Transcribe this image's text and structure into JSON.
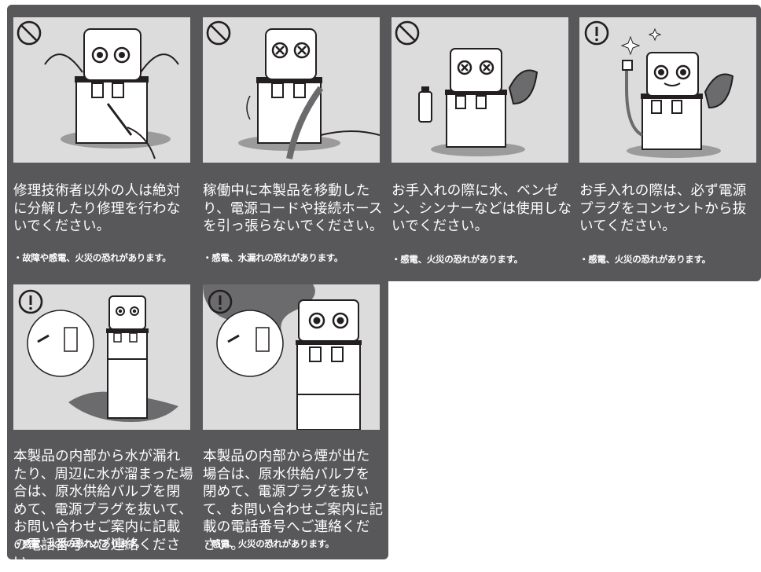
{
  "cards": [
    {
      "main": "修理技術者以外の人は絶対に分解したり修理を行わないでください。",
      "note": "・故障や感電、火災の恐れがあります。",
      "icon": "prohibition-icon"
    },
    {
      "main": "稼働中に本製品を移動したり、電源コードや接続ホースを引っ張らないでください。",
      "note": "・感電、水漏れの恐れがあります。",
      "icon": "prohibition-icon"
    },
    {
      "main": "お手入れの際に水、ベンゼン、シンナーなどは使用しないでください。",
      "note": "・感電、火災の恐れがあります。",
      "icon": "prohibition-icon"
    },
    {
      "main": "お手入れの際は、必ず電源プラグをコンセントから抜いてください。",
      "note": "・感電、火災の恐れがあります。",
      "icon": "caution-icon"
    },
    {
      "main": "本製品の内部から水が漏れたり、周辺に水が溜まった場合は、原水供給バルブを閉めて、電源プラグを抜いて、お問い合わせご案内に記載の電話番号へご連絡ください。",
      "note": "・感電、火災の恐れがあります。",
      "icon": "caution-icon"
    },
    {
      "main": "本製品の内部から煙が出た場合は、原水供給バルブを閉めて、電源プラグを抜いて、お問い合わせご案内に記載の電話番号へご連絡ください。",
      "note": "・感電、火災の恐れがあります。",
      "icon": "caution-icon"
    }
  ],
  "colors": {
    "panel": "#58585a",
    "illustration_bg": "#dcdcdd",
    "text": "#ffffff",
    "ink": "#231f20"
  }
}
